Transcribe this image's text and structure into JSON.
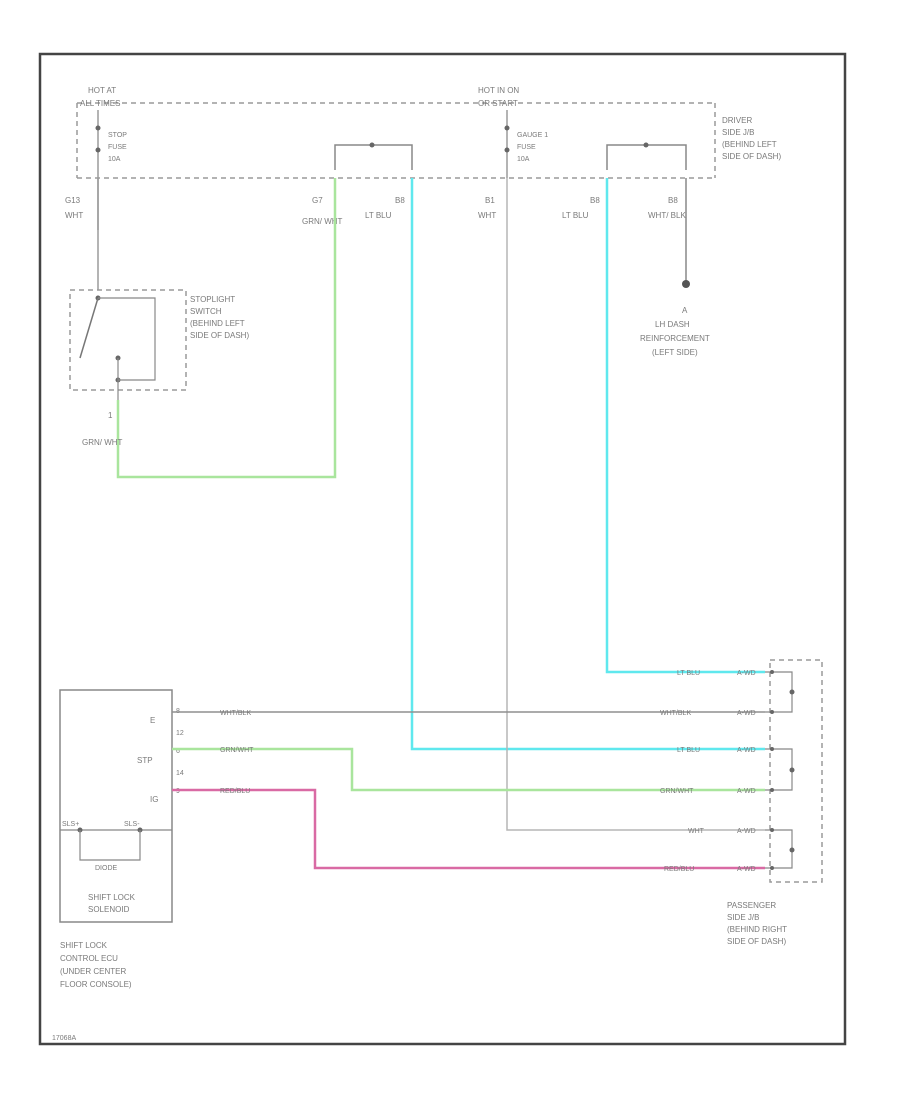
{
  "colors": {
    "frame": "#444444",
    "wire_default": "#9a9a9a",
    "lt_blu": "#5fe8ee",
    "grn_wht": "#a9e59d",
    "red_blu": "#d96aa4",
    "dashed": "#9a9a9a"
  },
  "hot_at_left": [
    "HOT AT",
    "ALL TIMES"
  ],
  "hot_at_right": [
    "HOT IN ON",
    "OR START"
  ],
  "stop_fuse": [
    "STOP",
    "FUSE",
    "10A"
  ],
  "gauge_fuse": [
    "GAUGE 1",
    "FUSE",
    "10A"
  ],
  "driver_jb": [
    "DRIVER",
    "SIDE J/B",
    "(BEHIND LEFT",
    "SIDE OF DASH)"
  ],
  "wire_top": [
    {
      "pin": "G13",
      "color": "WHT"
    },
    {
      "pin": "G7",
      "color": "GRN/ WHT"
    },
    {
      "pin": "B8",
      "color": "LT BLU"
    },
    {
      "pin": "B1",
      "color": "WHT"
    },
    {
      "pin": "B8",
      "color": "LT BLU"
    },
    {
      "pin": "B8",
      "color": "WHT/ BLK"
    }
  ],
  "stoplight_switch": [
    "STOPLIGHT",
    "SWITCH",
    "(BEHIND LEFT",
    "SIDE OF DASH)"
  ],
  "stoplight_wire": {
    "pin": "1",
    "color": "GRN/ WHT"
  },
  "ground": [
    "A",
    "LH DASH",
    "REINFORCEMENT",
    "(LEFT SIDE)"
  ],
  "ecu_pins": [
    {
      "pin": "8",
      "name": "E"
    },
    {
      "pin": "12",
      "name": ""
    },
    {
      "pin": "6",
      "name": "STP"
    },
    {
      "pin": "14",
      "name": ""
    },
    {
      "pin": "9",
      "name": "IG"
    }
  ],
  "ecu_wire_labels": [
    "WHT/BLK",
    "GRN/WHT",
    "RED/BLU"
  ],
  "solenoid_pins": [
    "SLS+",
    "SLS-"
  ],
  "solenoid_diode": "DIODE",
  "shift_lock_solenoid": [
    "SHIFT LOCK",
    "SOLENOID"
  ],
  "shift_lock_ecu": [
    "SHIFT LOCK",
    "CONTROL ECU",
    "(UNDER CENTER",
    "FLOOR CONSOLE)"
  ],
  "passenger_jb": [
    "PASSENGER",
    "SIDE J/B",
    "(BEHIND RIGHT",
    "SIDE OF DASH)"
  ],
  "right_wires": [
    {
      "color": "LT BLU",
      "conn": "A-WD"
    },
    {
      "color": "WHT/BLK",
      "conn": "A-WD"
    },
    {
      "color": "LT BLU",
      "conn": "A-WD"
    },
    {
      "color": "GRN/WHT",
      "conn": "A-WD"
    },
    {
      "color": "WHT",
      "conn": "A-WD"
    },
    {
      "color": "RED/BLU",
      "conn": "A-WD"
    }
  ],
  "diagram_id": "17068A"
}
